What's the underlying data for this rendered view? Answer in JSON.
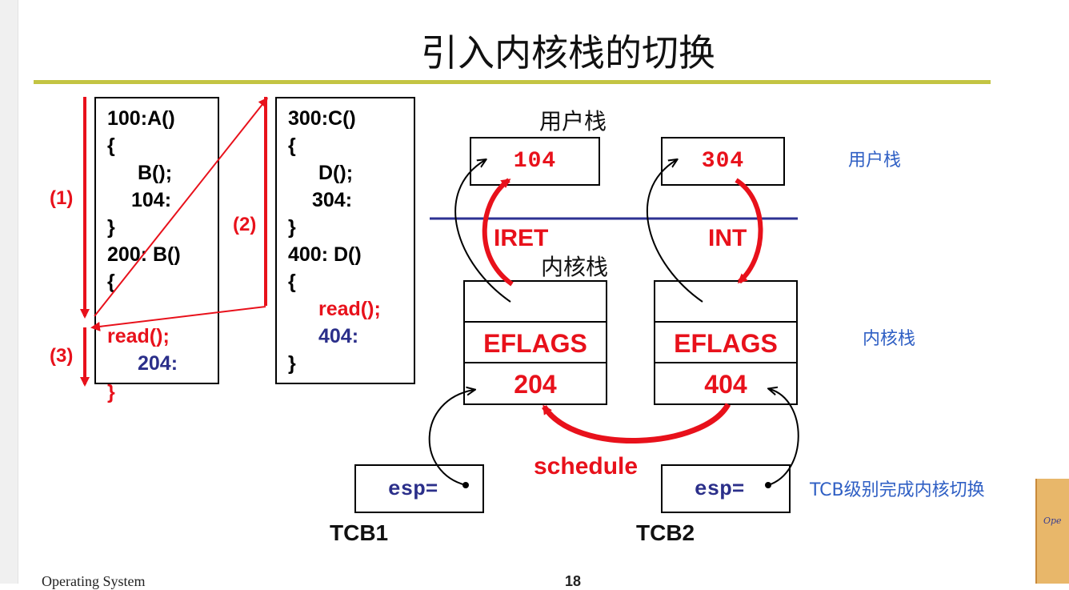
{
  "title": "引入内核栈的切换",
  "left_code": {
    "lines": [
      "100:A()",
      "{",
      "B();",
      "104:",
      "}",
      "200: B()",
      "{",
      "read();",
      "204:",
      "}"
    ]
  },
  "right_code": {
    "lines": [
      "300:C()",
      "{",
      "D();",
      "304:",
      "}",
      "400: D()",
      "{",
      "read();",
      "404:",
      "}"
    ]
  },
  "step_labels": [
    "(1)",
    "(2)",
    "(3)"
  ],
  "user_stack_label": "用户栈",
  "kernel_stack_label": "内核栈",
  "user_stack_values": [
    "104",
    "304"
  ],
  "iret_label": "IRET",
  "int_label": "INT",
  "kernel_stack_1": [
    "",
    "EFLAGS",
    "204"
  ],
  "kernel_stack_2": [
    "",
    "EFLAGS",
    "404"
  ],
  "schedule_label": "schedule",
  "tcb": {
    "esp_text": "esp=",
    "tcb1": "TCB1",
    "tcb2": "TCB2"
  },
  "annotations": {
    "user_stack": "用户栈",
    "kernel_stack": "内核栈",
    "tcb_switch": "TCB级别完成内核切换"
  },
  "logo_text": "Ope",
  "footer_fragment": "Operating System",
  "page_number": "18",
  "colors": {
    "accent_red": "#e8111b",
    "navy": "#2b2f8a",
    "title_rule": "#c3c443",
    "boundary_line": "#2d3192",
    "note_blue": "#2f5fc4"
  }
}
